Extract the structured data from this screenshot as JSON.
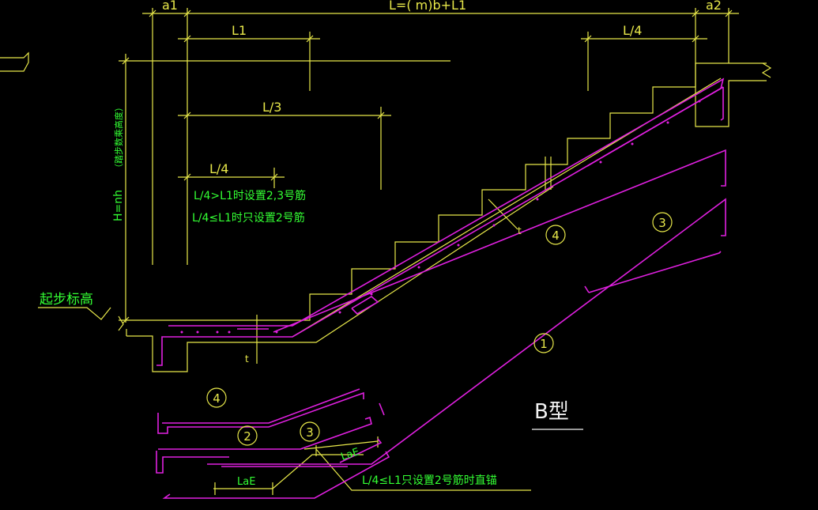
{
  "colors": {
    "background": "#000000",
    "yellow_line": "#e8e84a",
    "green_text": "#33ff33",
    "magenta_rebar": "#e020e0",
    "white_line": "#f2f2f2",
    "yellow_text": "#f0f060"
  },
  "labels": {
    "dim_top_total": "L=(   m)b+L1",
    "dim_a1": "a1",
    "dim_a2": "a2",
    "dim_L1": "L1",
    "dim_L4_top_right": "L/4",
    "dim_L3": "L/3",
    "dim_L4_left": "L/4",
    "rule_line1": "L/4>L1时设置2,3号筋",
    "rule_line2": "L/4≤L1时只设置2号筋",
    "height_main": "H=nh",
    "height_note": "（踏步数乘高度）",
    "start_elevation": "起步标高",
    "dim_t_left": "t",
    "dim_t_slab": "t",
    "type_label": "B型",
    "bar_1": "1",
    "bar_2": "2",
    "bar_3": "3",
    "bar_4": "4",
    "bar_3_detail": "3",
    "bar_4_detail": "4",
    "bottom_note": "L/4≤L1只设置2号筋时直锚",
    "laE_1": "LaE",
    "laE_2": "LaE"
  }
}
